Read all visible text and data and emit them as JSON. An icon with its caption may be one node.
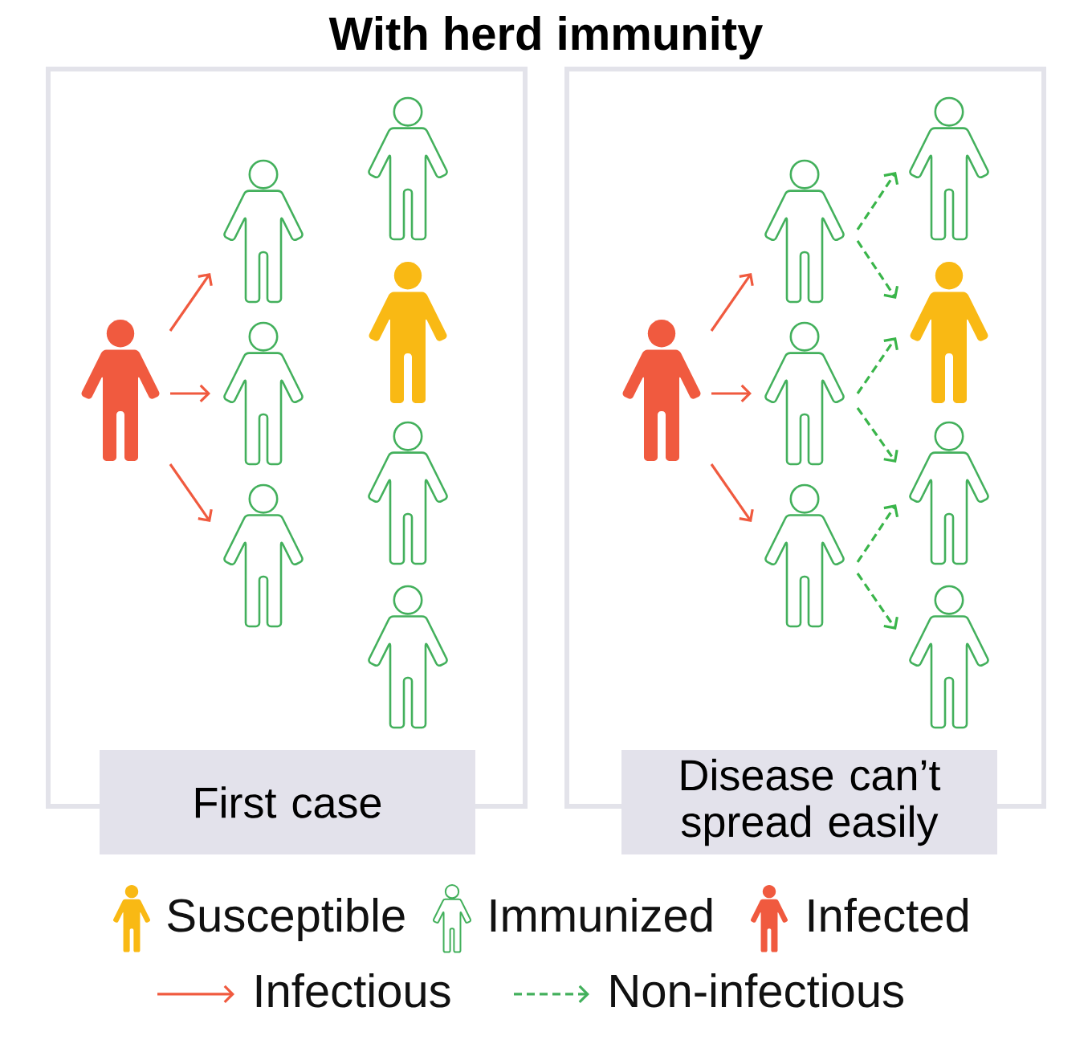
{
  "diagram": {
    "title": "With herd immunity",
    "nodes": [
      {
        "text": [],
        "shape": "box"
      },
      {
        "text": [],
        "shape": "person",
        "in": 0
      },
      {
        "text": [],
        "shape": "person",
        "in": 0
      },
      {
        "text": [],
        "shape": "person",
        "in": 0
      },
      {
        "text": [],
        "shape": "person",
        "in": 0
      },
      {
        "text": [],
        "shape": "person",
        "in": 0
      },
      {
        "text": [],
        "shape": "person",
        "in": 0
      },
      {
        "text": [],
        "shape": "person",
        "in": 0
      },
      {
        "text": [],
        "shape": "person",
        "in": 0
      },
      {
        "text": [
          "First case"
        ]
      },
      {
        "text": [],
        "shape": "box"
      },
      {
        "text": [],
        "shape": "person",
        "in": 10
      },
      {
        "text": [],
        "shape": "person",
        "in": 10
      },
      {
        "text": [],
        "shape": "person",
        "in": 10
      },
      {
        "text": [],
        "shape": "person",
        "in": 10
      },
      {
        "text": [],
        "shape": "person",
        "in": 10
      },
      {
        "text": [],
        "shape": "person",
        "in": 10
      },
      {
        "text": [],
        "shape": "person",
        "in": 10
      },
      {
        "text": [],
        "shape": "person",
        "in": 10
      },
      {
        "text": [
          "Disease can’t spread easily"
        ]
      }
    ],
    "edges": [
      {
        "from": 1,
        "to": 2,
        "arrow": "to"
      },
      {
        "from": 1,
        "to": 3,
        "arrow": "to"
      },
      {
        "from": 1,
        "to": 4,
        "arrow": "to"
      },
      {
        "from": 11,
        "to": 12,
        "arrow": "to"
      },
      {
        "from": 11,
        "to": 13,
        "arrow": "to"
      },
      {
        "from": 11,
        "to": 14,
        "arrow": "to"
      },
      {
        "from": 12,
        "to": 15,
        "arrow": "to",
        "style": "dashed",
        "color": "#3ab54a"
      },
      {
        "from": 12,
        "to": 16,
        "arrow": "to",
        "style": "dashed",
        "color": "#3ab54a"
      },
      {
        "from": 13,
        "to": 16,
        "arrow": "to",
        "style": "dashed",
        "color": "#3ab54a"
      },
      {
        "from": 13,
        "to": 17,
        "arrow": "to",
        "style": "dashed",
        "color": "#3ab54a"
      },
      {
        "from": 14,
        "to": 17,
        "arrow": "to",
        "style": "dashed",
        "color": "#3ab54a"
      },
      {
        "from": 14,
        "to": 18,
        "arrow": "to",
        "style": "dashed",
        "color": "#3ab54a"
      }
    ],
    "legend": [
      {
        "text": "Susceptible"
      },
      {
        "text": "Immunized"
      },
      {
        "text": "Infected"
      },
      {
        "text": "Infectious"
      },
      {
        "text": "Non-infectious"
      }
    ]
  }
}
